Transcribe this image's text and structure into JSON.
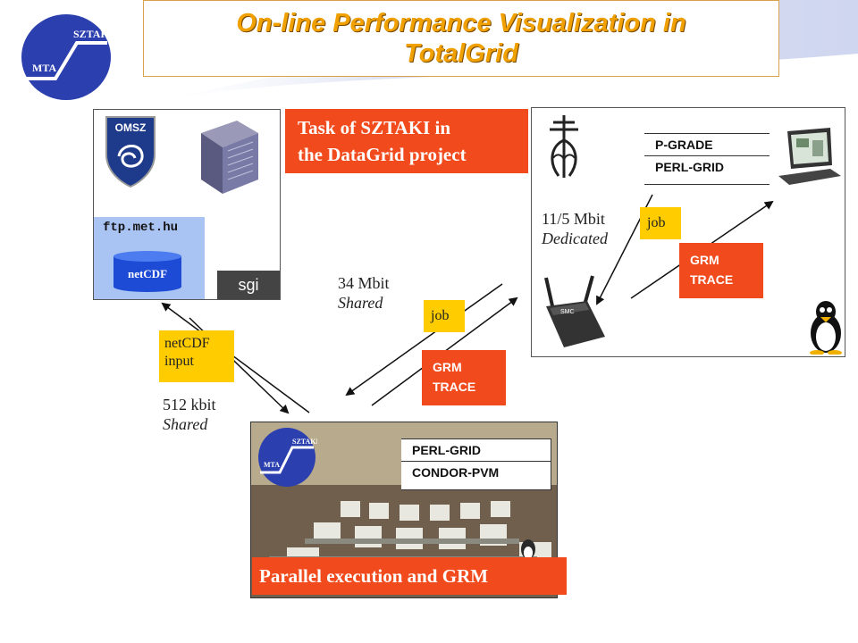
{
  "title": {
    "line1": "On-line Performance Visualization in",
    "line2": "TotalGrid"
  },
  "logo_mta": {
    "left_text": "MTA",
    "right_text": "SZTAKI"
  },
  "omsz_panel": {
    "logo_text": "OMSZ",
    "ftp_label": "ftp.met.hu",
    "db_label": "netCDF",
    "sgi_text": "sgi"
  },
  "task_box": {
    "line1": "Task of SZTAKI in",
    "line2": "the DataGrid project"
  },
  "client_panel": {
    "software": [
      "P-GRADE",
      "PERL-GRID"
    ],
    "router_text": "SMC"
  },
  "cluster_panel": {
    "logo_left": "MTA",
    "logo_right": "SZTAKI",
    "software": [
      "PERL-GRID",
      "CONDOR-PVM"
    ],
    "caption": "Parallel execution and GRM"
  },
  "links": {
    "mbit34": {
      "speed": "34 Mbit",
      "type": "Shared"
    },
    "mbit11": {
      "speed": "11/5 Mbit",
      "type": "Dedicated"
    },
    "kbit512": {
      "speed": "512 kbit",
      "type": "Shared"
    }
  },
  "tags": {
    "netcdf_input": {
      "line1": "netCDF",
      "line2": "input"
    },
    "job_left": "job",
    "job_right": "job",
    "grm_left": {
      "line1": "GRM",
      "line2": "TRACE"
    },
    "grm_right": {
      "line1": "GRM",
      "line2": "TRACE"
    }
  },
  "colors": {
    "title": "#f0a000",
    "orange": "#f14a1c",
    "yellow": "#ffcc00",
    "swoosh": "#d9def2"
  }
}
